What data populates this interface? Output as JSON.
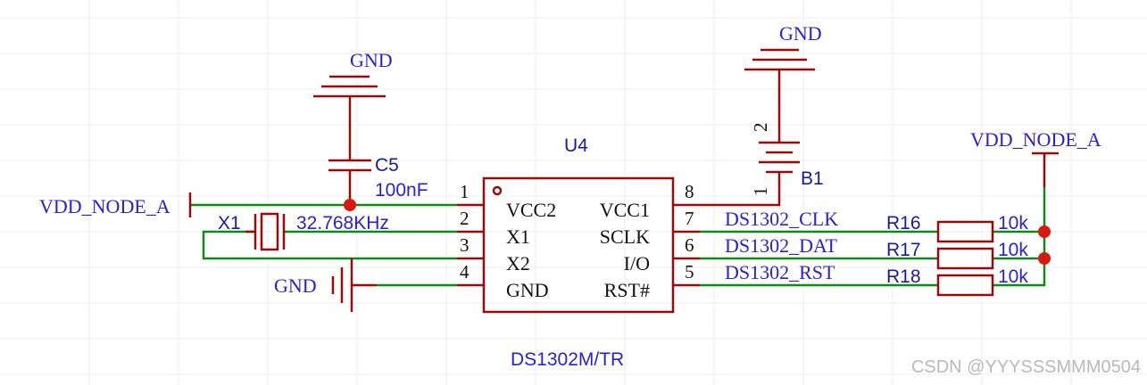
{
  "colors": {
    "wire": "#0e8a16",
    "component": "#9b0a0a",
    "net_label": "#2a1fd6",
    "junction": "#d9180f",
    "background": "#ffffff"
  },
  "chip": {
    "designator": "U4",
    "part": "DS1302M/TR",
    "pins_left": [
      {
        "num": "1",
        "name": "VCC2"
      },
      {
        "num": "2",
        "name": "X1"
      },
      {
        "num": "3",
        "name": "X2"
      },
      {
        "num": "4",
        "name": "GND"
      }
    ],
    "pins_right": [
      {
        "num": "8",
        "name": "VCC1"
      },
      {
        "num": "7",
        "name": "SCLK"
      },
      {
        "num": "6",
        "name": "I/O"
      },
      {
        "num": "5",
        "name": "RST#"
      }
    ]
  },
  "capacitor": {
    "ref": "C5",
    "value": "100nF"
  },
  "crystal": {
    "ref": "X1",
    "value": "32.768KHz"
  },
  "battery": {
    "ref": "B1",
    "pin_top": "2",
    "pin_bottom": "1"
  },
  "resistors": [
    {
      "ref": "R16",
      "value": "10k",
      "net": "DS1302_CLK"
    },
    {
      "ref": "R17",
      "value": "10k",
      "net": "DS1302_DAT"
    },
    {
      "ref": "R18",
      "value": "10k",
      "net": "DS1302_RST"
    }
  ],
  "net_labels": {
    "vdd_left": "VDD_NODE_A",
    "vdd_right": "VDD_NODE_A",
    "gnd_cap": "GND",
    "gnd_batt": "GND",
    "gnd_chip": "GND"
  },
  "watermark": "CSDN @YYYSSSMMM0504"
}
